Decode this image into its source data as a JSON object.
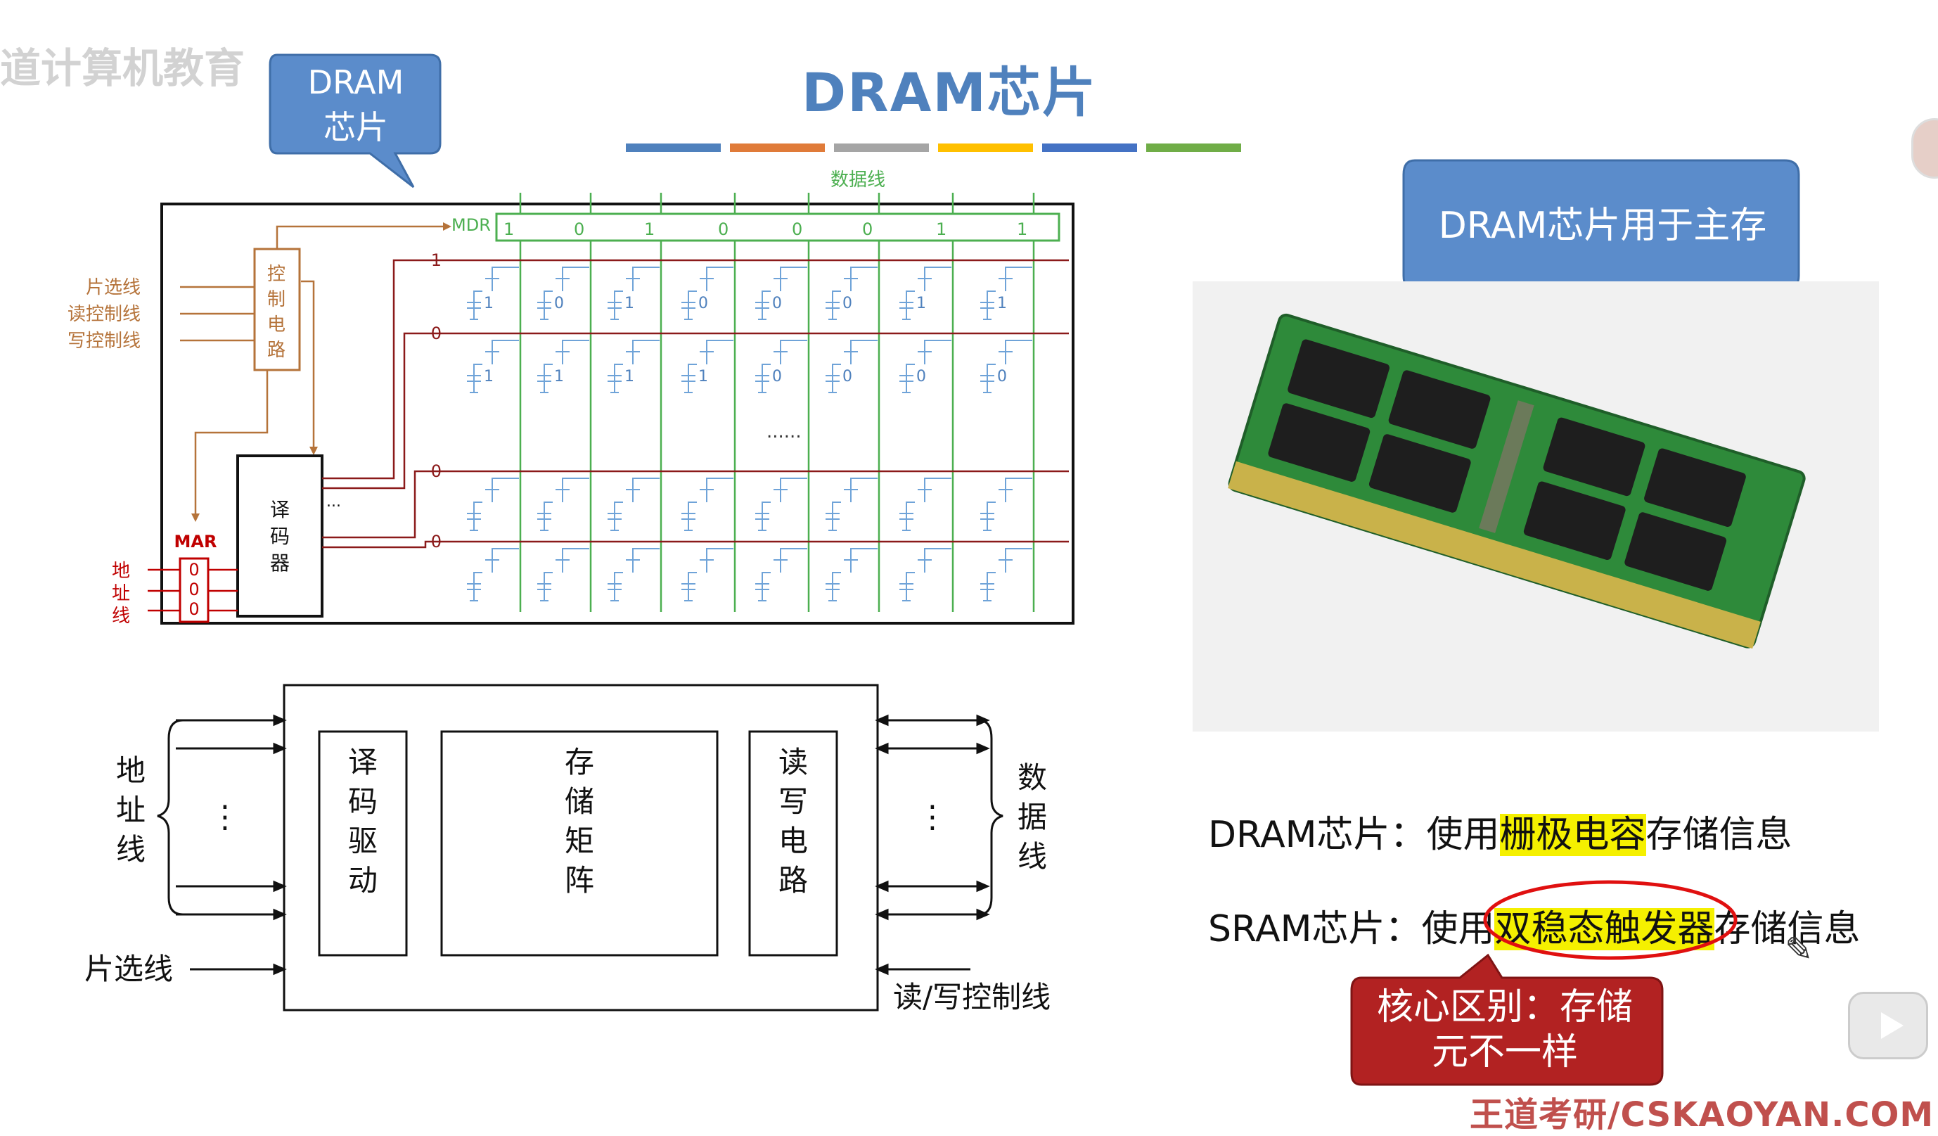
{
  "header": {
    "title": "DRAM芯片",
    "watermark": "道计算机教育",
    "color_bar": [
      "#4f81bd",
      "#e07b39",
      "#a5a5a5",
      "#ffc000",
      "#4472c4",
      "#70ad47"
    ]
  },
  "callouts": {
    "top_left": {
      "line1": "DRAM",
      "line2": "芯片"
    },
    "top_right": "DRAM芯片用于主存",
    "core": {
      "line1": "核心区别：存储",
      "line2": "元不一样"
    }
  },
  "circuit": {
    "data_line_label": "数据线",
    "mdr_label": "MDR",
    "mdr_bits": [
      "1",
      "0",
      "1",
      "0",
      "0",
      "0",
      "1",
      "1"
    ],
    "control_lines": [
      "片选线",
      "读控制线",
      "写控制线"
    ],
    "control_circuit": [
      "控",
      "制",
      "电",
      "路"
    ],
    "decoder": [
      "译",
      "码",
      "器"
    ],
    "mar_label": "MAR",
    "mar_bits": [
      "0",
      "0",
      "0"
    ],
    "address_line": [
      "地",
      "址",
      "线"
    ],
    "row_values": [
      "1",
      "0",
      "0",
      "0"
    ],
    "row1_cells": [
      "1",
      "0",
      "1",
      "0",
      "0",
      "0",
      "1",
      "1"
    ],
    "row2_cells": [
      "1",
      "1",
      "1",
      "1",
      "0",
      "0",
      "0",
      "0"
    ],
    "ellipsis": "......",
    "decoder_dots": "..."
  },
  "block_diagram": {
    "address_line": [
      "地",
      "址",
      "线"
    ],
    "chip_select": "片选线",
    "decode_drive": [
      "译",
      "码",
      "驱",
      "动"
    ],
    "storage_matrix": [
      "存",
      "储",
      "矩",
      "阵"
    ],
    "rw_circuit": [
      "读",
      "写",
      "电",
      "路"
    ],
    "data_line": [
      "数",
      "据",
      "线"
    ],
    "rw_control": "读/写控制线",
    "vdots": "⋮"
  },
  "comparison": {
    "dram": {
      "prefix": "DRAM芯片：使用",
      "highlight": "栅极电容",
      "suffix": "存储信息"
    },
    "sram": {
      "prefix": "SRAM芯片：使用",
      "highlight": "双稳态触发器",
      "suffix": "存储信息"
    }
  },
  "footer": "王道考研/CSKAOYAN.COM",
  "icons": [
    "avatar-icon",
    "play-icon",
    "pen-icon"
  ]
}
